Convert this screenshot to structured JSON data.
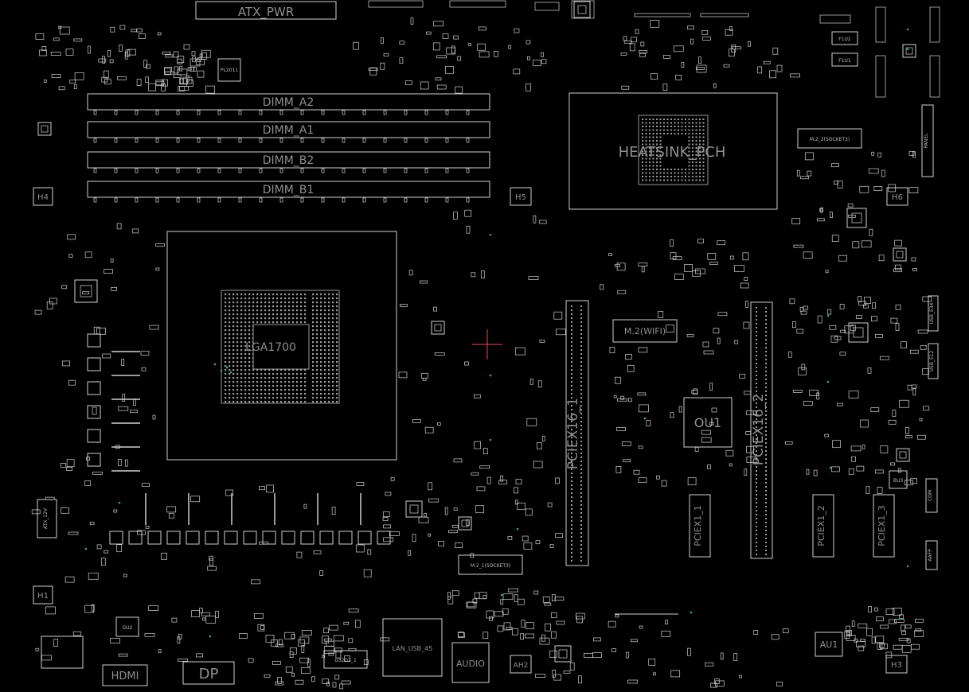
{
  "board": {
    "background": "#000000",
    "stroke_color": "#cfcfcf",
    "label_color": "#8f8f8f",
    "cursor_color": "#d94f5c"
  },
  "labels": {
    "atx_pwr": "ATX_PWR",
    "dimm_a2": "DIMM_A2",
    "dimm_a1": "DIMM_A1",
    "dimm_b2": "DIMM_B2",
    "dimm_b1": "DIMM_B1",
    "heatsink": "HEATSINK_PCH",
    "cpu": "LGA1700",
    "m2_wifi": "M.2(WIFI)",
    "m2_2": "M.2_2(SOCKET3)",
    "m2_1": "M.2_1(SOCKET3)",
    "pciex16_1": "PCIEX16_1",
    "pciex16_2": "PCIEX16_2",
    "pciex1_1": "PCIEX1_1",
    "pciex1_2": "PCIEX1_2",
    "pciex1_3": "PCIEX1_3",
    "ou1": "OU1",
    "au1": "AU1",
    "bu3": "BU3",
    "gu2": "GU2",
    "hdmi": "HDMI",
    "dp": "DP",
    "audio": "AUDIO",
    "lan_usb": "LAN_USB_45",
    "atx_12v": "ATX_12V",
    "h1": "H1",
    "h2": "AH2",
    "h3": "H3",
    "h4": "H4",
    "h5": "H5",
    "h6": "H6",
    "f1u1": "F1U1",
    "f1u2": "F1U2",
    "panel": "PANEL",
    "com": "COM",
    "aafp": "AAFP",
    "pl2011": "PL2011",
    "u32g2": "U32G2_1",
    "usb_e": "USB_E12",
    "usb_e34": "USB_E34"
  }
}
